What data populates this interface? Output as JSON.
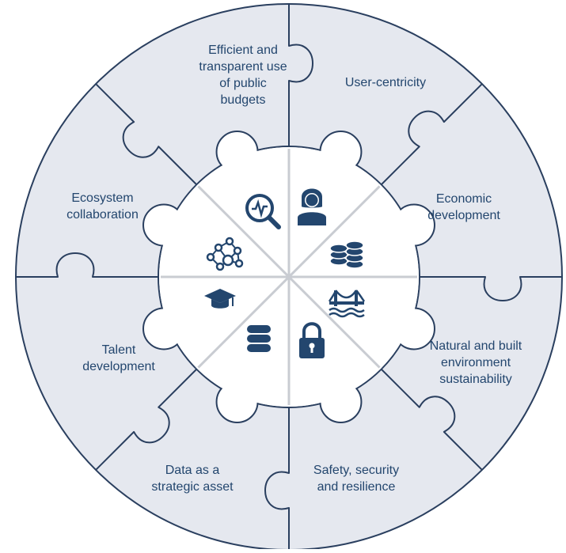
{
  "diagram": {
    "colors": {
      "puzzle_fill": "#e5e8ef",
      "outline": "#2a3f5f",
      "hub_fill": "#ffffff",
      "spokes": "#c9ccd2",
      "icon": "#23466e",
      "text": "#23466e"
    },
    "segments": [
      {
        "id": "budgets",
        "label_lines": [
          "Efficient and",
          "transparent use",
          "of public",
          "budgets"
        ],
        "icon": "magnifier-chart-icon"
      },
      {
        "id": "user",
        "label_lines": [
          "User-centricity"
        ],
        "icon": "user-icon"
      },
      {
        "id": "economic",
        "label_lines": [
          "Economic",
          "development"
        ],
        "icon": "coins-icon"
      },
      {
        "id": "environment",
        "label_lines": [
          "Natural and built",
          "environment",
          "sustainability"
        ],
        "icon": "bridge-icon"
      },
      {
        "id": "safety",
        "label_lines": [
          "Safety, security",
          "and resilience"
        ],
        "icon": "lock-icon"
      },
      {
        "id": "data",
        "label_lines": [
          "Data as a",
          "strategic asset"
        ],
        "icon": "database-icon"
      },
      {
        "id": "talent",
        "label_lines": [
          "Talent",
          "development"
        ],
        "icon": "graduation-cap-icon"
      },
      {
        "id": "ecosystem",
        "label_lines": [
          "Ecosystem",
          "collaboration"
        ],
        "icon": "network-icon"
      }
    ]
  }
}
